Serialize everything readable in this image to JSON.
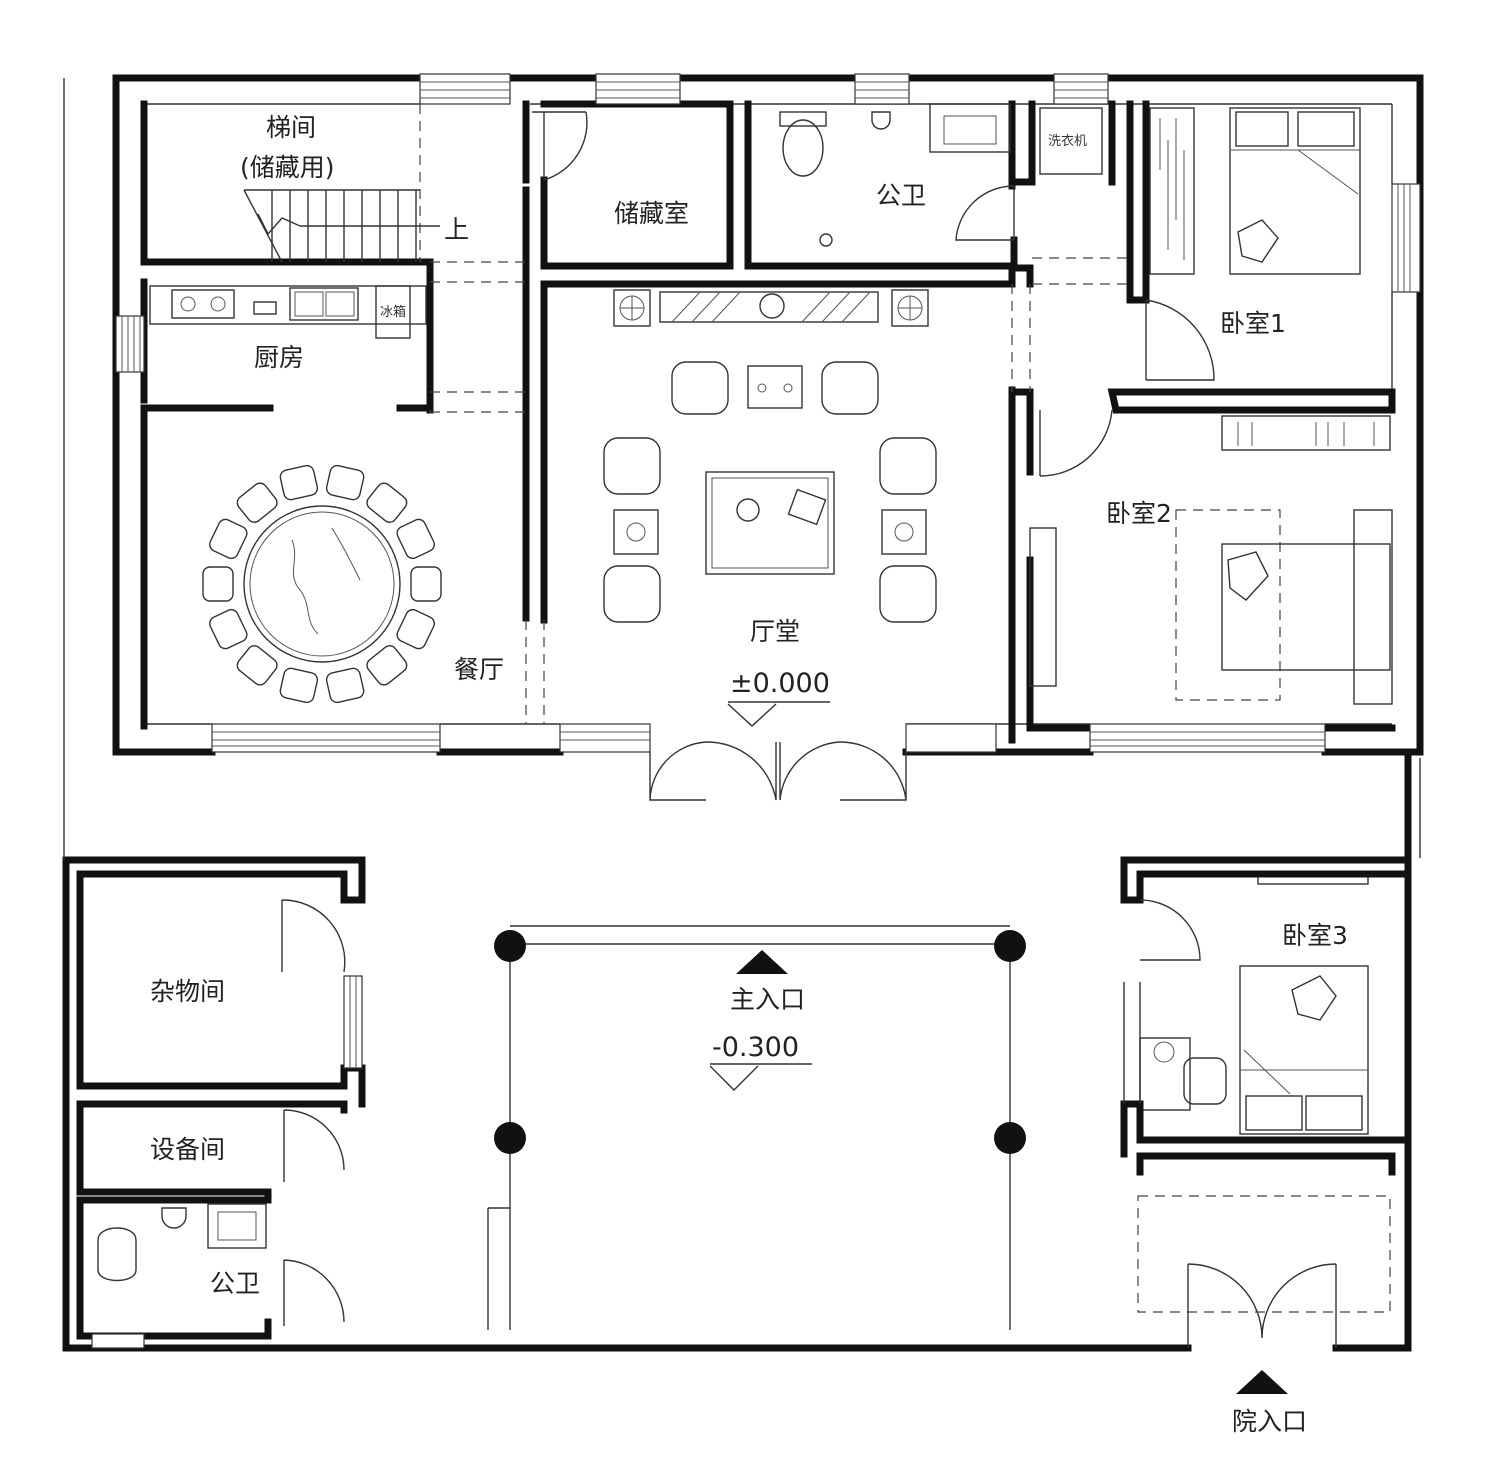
{
  "rooms": {
    "stair": "梯间",
    "stair_note": "(储藏用)",
    "stair_up": "上",
    "storage": "储藏室",
    "wc_north": "公卫",
    "washer": "洗衣机",
    "bedroom1": "卧室1",
    "kitchen": "厨房",
    "fridge": "冰箱",
    "hall": "厅堂",
    "dining": "餐厅",
    "bedroom2": "卧室2",
    "sundries": "杂物间",
    "equipment": "设备间",
    "wc_south": "公卫",
    "bedroom3": "卧室3"
  },
  "markers": {
    "hall_elevation": "±0.000",
    "main_entrance": "主入口",
    "court_elevation": "-0.300",
    "yard_entrance": "院入口"
  }
}
